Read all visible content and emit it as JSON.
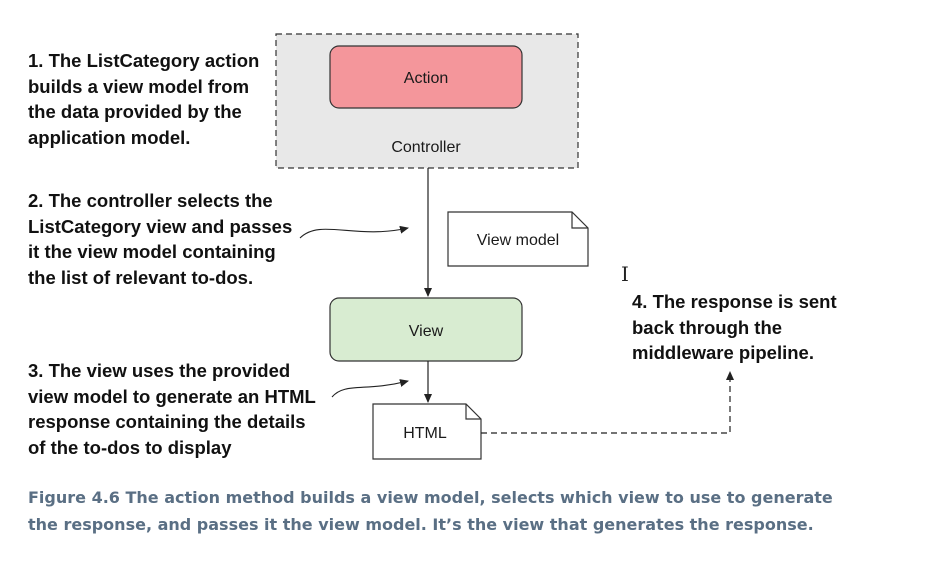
{
  "diagram": {
    "controller_label": "Controller",
    "action_label": "Action",
    "view_model_label": "View model",
    "view_label": "View",
    "html_label": "HTML"
  },
  "notes": {
    "note1": [
      "1. The ListCategory action",
      "builds a view model from",
      "the data provided by the",
      "application model."
    ],
    "note2": [
      "2. The controller selects the",
      "ListCategory view and passes",
      "it the view model containing",
      "the list of relevant to-dos."
    ],
    "note3": [
      "3. The view uses the provided",
      "view model to generate an HTML",
      "response containing the details",
      "of the to-dos to display"
    ],
    "note4": [
      "4. The response is sent",
      "back through the",
      "middleware pipeline."
    ]
  },
  "caption": {
    "line1": "Figure 4.6   The action method builds a view model, selects which view to use to generate",
    "line2": "the response, and passes it the view model. It’s the view that generates the response."
  },
  "colors": {
    "action_fill": "#f4969b",
    "view_fill": "#d8ecd1",
    "controller_fill": "#e8e8e8",
    "caption_color": "#5a6f84"
  },
  "icons": {
    "cursor": "I"
  }
}
